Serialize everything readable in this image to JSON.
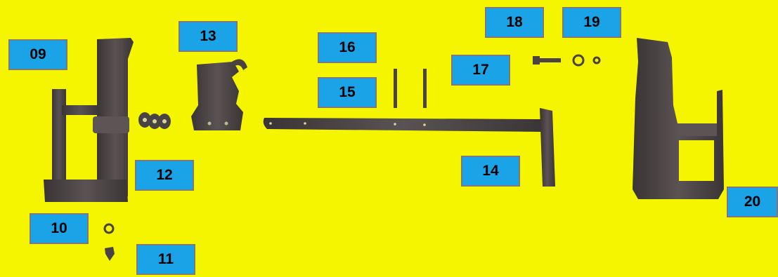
{
  "colors": {
    "background": "#f5f500",
    "label_fill": "#1aa3e6",
    "label_border": "#7a7a7a",
    "part": "#4a4344"
  },
  "labels": {
    "l09": "09",
    "l10": "10",
    "l11": "11",
    "l12": "12",
    "l13": "13",
    "l14": "14",
    "l15": "15",
    "l16": "16",
    "l17": "17",
    "l18": "18",
    "l19": "19",
    "l20": "20"
  },
  "parts": [
    "left-bracket",
    "small-washer",
    "nut",
    "flat-washers",
    "coupler-head",
    "crossbar-shaft",
    "pin",
    "bolt",
    "split-washer",
    "small-nut",
    "right-bracket"
  ]
}
